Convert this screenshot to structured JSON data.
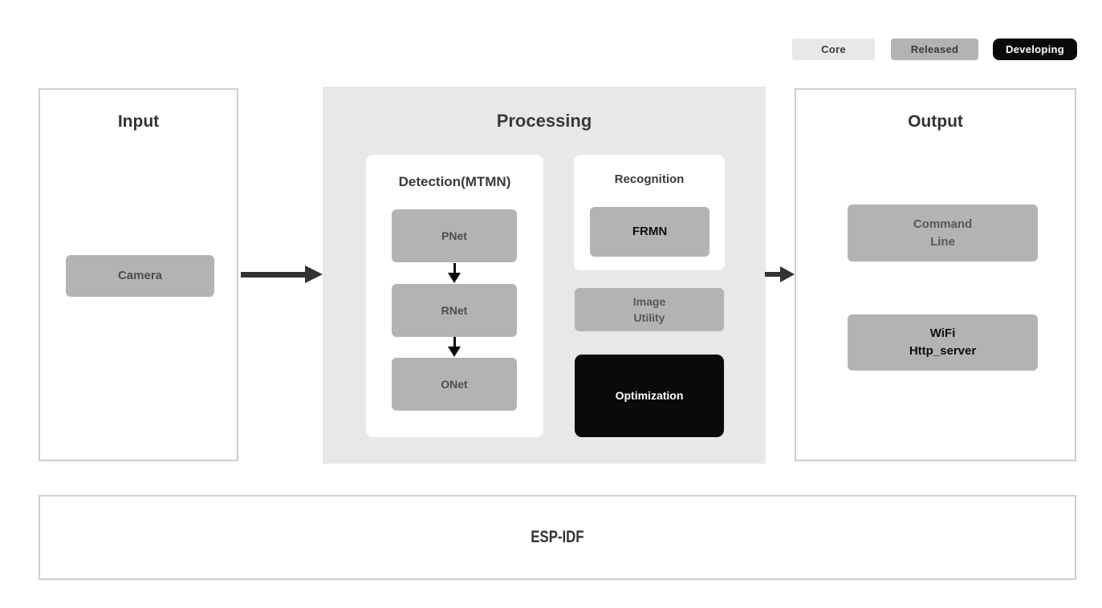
{
  "legend": {
    "core": "Core",
    "released": "Released",
    "developing": "Developing"
  },
  "input": {
    "title": "Input",
    "camera": "Camera"
  },
  "processing": {
    "title": "Processing",
    "detection": {
      "title": "Detection(MTMN)",
      "pnet": "PNet",
      "rnet": "RNet",
      "onet": "ONet"
    },
    "recognition": {
      "title": "Recognition",
      "frmn": "FRMN"
    },
    "image_utility": "Image\nUtility",
    "optimization": "Optimization"
  },
  "output": {
    "title": "Output",
    "command_line": "Command\nLine",
    "wifi_http_server": "WiFi\nHttp_server"
  },
  "foundation": {
    "title": "ESP-IDF"
  },
  "colors": {
    "core_bg": "#e8e8e8",
    "released_bg": "#b3b3b3",
    "developing_bg": "#0a0a0a",
    "developing_text": "#ffffff",
    "panel_bg": "#ffffff",
    "panel_border": "#cfcfcf",
    "processing_container_bg": "#e8e8e8",
    "title_text": "#333333",
    "released_node_text": "#4d4d4d",
    "developing_node_text": "#0d0d0d",
    "arrow": "#333333"
  }
}
